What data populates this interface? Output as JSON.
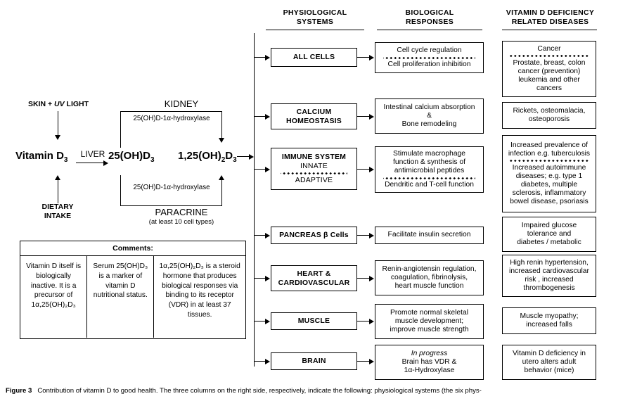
{
  "figure": {
    "caption_label": "Figure 3",
    "caption_text": "Contribution of vitamin D to good health. The three columns on the right side, respectively, indicate the following: physiological systems (the six phys-"
  },
  "column_headers": [
    {
      "line1": "PHYSIOLOGICAL",
      "line2": "SYSTEMS"
    },
    {
      "line1": "BIOLOGICAL",
      "line2": "RESPONSES"
    },
    {
      "line1": "VITAMIN D DEFICIENCY",
      "line2": "RELATED DISEASES"
    }
  ],
  "pathway": {
    "skin_label": "SKIN + UV LIGHT",
    "skin_label_plain": "SKIN + ",
    "skin_label_italic": "UV",
    "skin_label_tail": " LIGHT",
    "dietary_line1": "DIETARY",
    "dietary_line2": "INTAKE",
    "vitamin_d3": "Vitamin D",
    "vitamin_d3_sub": "3",
    "liver_label": "LIVER",
    "calcidiol": "25(OH)D",
    "calcidiol_sub": "3",
    "calcitriol_pre": "1,25(OH)",
    "calcitriol_sub": "2",
    "calcitriol_post": "D",
    "calcitriol_sub2": "3",
    "kidney_label": "KIDNEY",
    "kidney_enzyme": "25(OH)D-1α-hydroxylase",
    "paracrine_label": "PARACRINE",
    "paracrine_sub": "(at least 10 cell types)",
    "paracrine_enzyme": "25(OH)D-1α-hydroxylase"
  },
  "comments": {
    "title": "Comments:",
    "cells": [
      {
        "id": "comment-1",
        "text": "Vitamin D itself is biologically inactive. It is a precursor of 1α,25(OH)₂D₃"
      },
      {
        "id": "comment-2",
        "text": "Serum 25(OH)D₃ is a marker of vitamin D nutritional status."
      },
      {
        "id": "comment-3",
        "text": "1α,25(OH)₂D₃ is a steroid hormone that produces biological responses via binding to its receptor (VDR) in at least 37 tissues."
      }
    ]
  },
  "rows": [
    {
      "id": "all-cells",
      "system": {
        "title": "ALL CELLS"
      },
      "response": {
        "top": [
          "Cell cycle regulation"
        ],
        "divider": true,
        "bottom": [
          "Cell proliferation inhibition"
        ]
      },
      "disease": {
        "top": [
          "Cancer"
        ],
        "divider": true,
        "bottom": [
          "Prostate, breast, colon",
          "cancer (prevention)",
          "leukemia and other",
          "cancers"
        ]
      }
    },
    {
      "id": "calcium-homeostasis",
      "system": {
        "title": "CALCIUM HOMEOSTASIS",
        "title_lines": [
          "CALCIUM",
          "HOMEOSTASIS"
        ]
      },
      "response": {
        "top": [
          "Intestinal calcium absorption",
          "&",
          "Bone remodeling"
        ],
        "divider": false,
        "bottom": []
      },
      "disease": {
        "top": [
          "Rickets, osteomalacia,",
          "osteoporosis"
        ],
        "divider": false,
        "bottom": []
      }
    },
    {
      "id": "immune-system",
      "system": {
        "title": "IMMUNE SYSTEM",
        "subtitle_top": "INNATE",
        "divider": true,
        "subtitle_bottom": "ADAPTIVE"
      },
      "response": {
        "top": [
          "Stimulate macrophage",
          "function & synthesis of",
          "antimicrobial peptides"
        ],
        "divider": true,
        "bottom": [
          "Dendritic and T-cell function"
        ]
      },
      "disease": {
        "top": [
          "Increased prevalence of",
          "infection e.g. tuberculosis"
        ],
        "divider": true,
        "bottom": [
          "Increased autoimmune",
          "diseases; e.g. type 1",
          "diabetes, multiple",
          "sclerosis, inflammatory",
          "bowel disease, psoriasis"
        ]
      }
    },
    {
      "id": "pancreas-beta-cells",
      "system": {
        "title": "PANCREAS β Cells"
      },
      "response": {
        "top": [
          "Facilitate insulin secretion"
        ],
        "divider": false,
        "bottom": []
      },
      "disease": {
        "top": [
          "Impaired glucose",
          "tolerance and",
          "diabetes / metabolic"
        ],
        "divider": false,
        "bottom": []
      }
    },
    {
      "id": "heart-cardiovascular",
      "system": {
        "title": "HEART & CARDIOVASCULAR",
        "title_lines": [
          "HEART &",
          "CARDIOVASCULAR"
        ]
      },
      "response": {
        "top": [
          "Renin-angiotensin regulation,",
          "coagulation, fibrinolysis,",
          "heart muscle function"
        ],
        "divider": false,
        "bottom": []
      },
      "disease": {
        "top": [
          "High renin hypertension,",
          "increased cardiovascular",
          "risk , increased",
          "thrombogenesis"
        ],
        "divider": false,
        "bottom": []
      }
    },
    {
      "id": "muscle",
      "system": {
        "title": "MUSCLE"
      },
      "response": {
        "top": [
          "Promote normal skeletal",
          "muscle development;",
          "improve muscle strength"
        ],
        "divider": false,
        "bottom": []
      },
      "disease": {
        "top": [
          "Muscle myopathy;",
          "increased falls"
        ],
        "divider": false,
        "bottom": []
      }
    },
    {
      "id": "brain",
      "system": {
        "title": "BRAIN"
      },
      "response": {
        "top": [
          "In progress",
          "Brain has VDR &",
          "1α-Hydroxylase"
        ],
        "italic_first": true,
        "divider": false,
        "bottom": []
      },
      "disease": {
        "top": [
          "Vitamin D deficiency in",
          "utero alters adult",
          "behavior (mice)"
        ],
        "italic_tail": true,
        "divider": false,
        "bottom": []
      }
    }
  ],
  "colors": {
    "ink": "#000000",
    "background": "#ffffff"
  }
}
